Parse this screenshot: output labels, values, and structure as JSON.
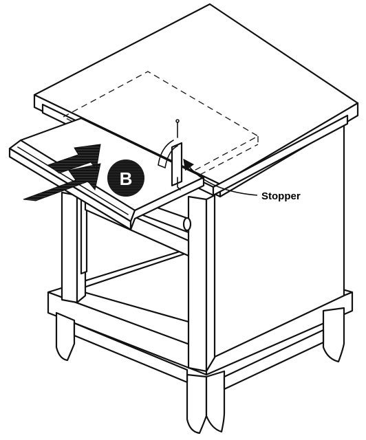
{
  "diagram": {
    "callout_label": "Stopper",
    "step_badge": "B",
    "colors": {
      "line": "#111111",
      "fill": "#ffffff",
      "badge": "#1a1a1a"
    },
    "icons": {
      "push_arrow": "bold-arrow-right-icon",
      "curved_arrow": "curved-arrow-icon",
      "step_badge": "circle-letter-badge"
    }
  }
}
